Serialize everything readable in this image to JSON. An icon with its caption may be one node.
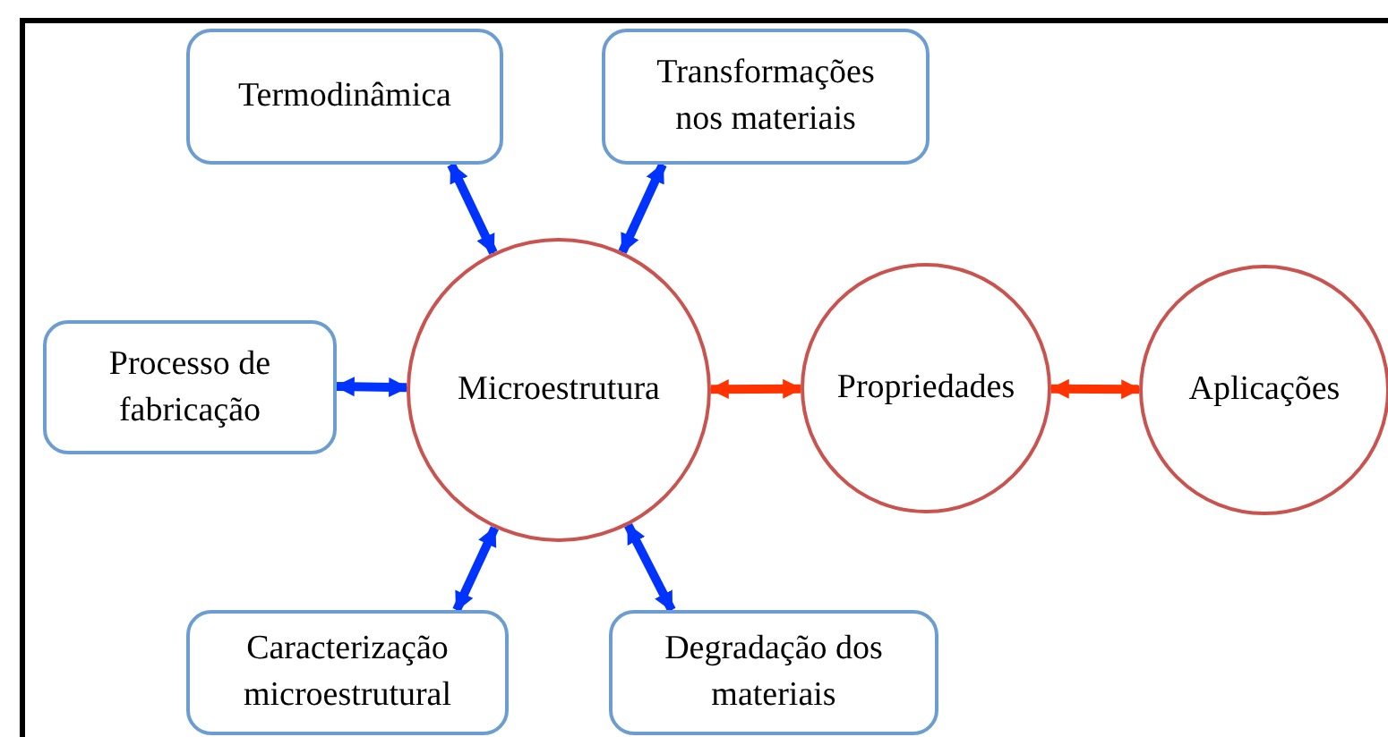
{
  "diagram": {
    "nodes": [
      {
        "text": [
          "Termodinâmica"
        ]
      },
      {
        "text": [
          "Transformações nos materiais"
        ]
      },
      {
        "text": [
          "Processo de fabricação"
        ]
      },
      {
        "text": [
          "Microestrutura"
        ]
      },
      {
        "text": [
          "Propriedades"
        ]
      },
      {
        "text": [
          "Aplicações"
        ]
      },
      {
        "text": [
          "Caracterização microestrutural"
        ]
      },
      {
        "text": [
          "Degradação dos materiais"
        ]
      }
    ],
    "edges": [
      {
        "from": 3,
        "to": 0,
        "arrow": "both"
      },
      {
        "from": 3,
        "to": 1,
        "arrow": "both"
      },
      {
        "from": 3,
        "to": 2,
        "arrow": "both"
      },
      {
        "from": 3,
        "to": 4,
        "arrow": "both",
        "color": "#ff3300"
      },
      {
        "from": 4,
        "to": 5,
        "arrow": "both",
        "color": "#ff3300"
      },
      {
        "from": 3,
        "to": 6,
        "arrow": "both"
      },
      {
        "from": 3,
        "to": 7,
        "arrow": "both"
      }
    ]
  }
}
